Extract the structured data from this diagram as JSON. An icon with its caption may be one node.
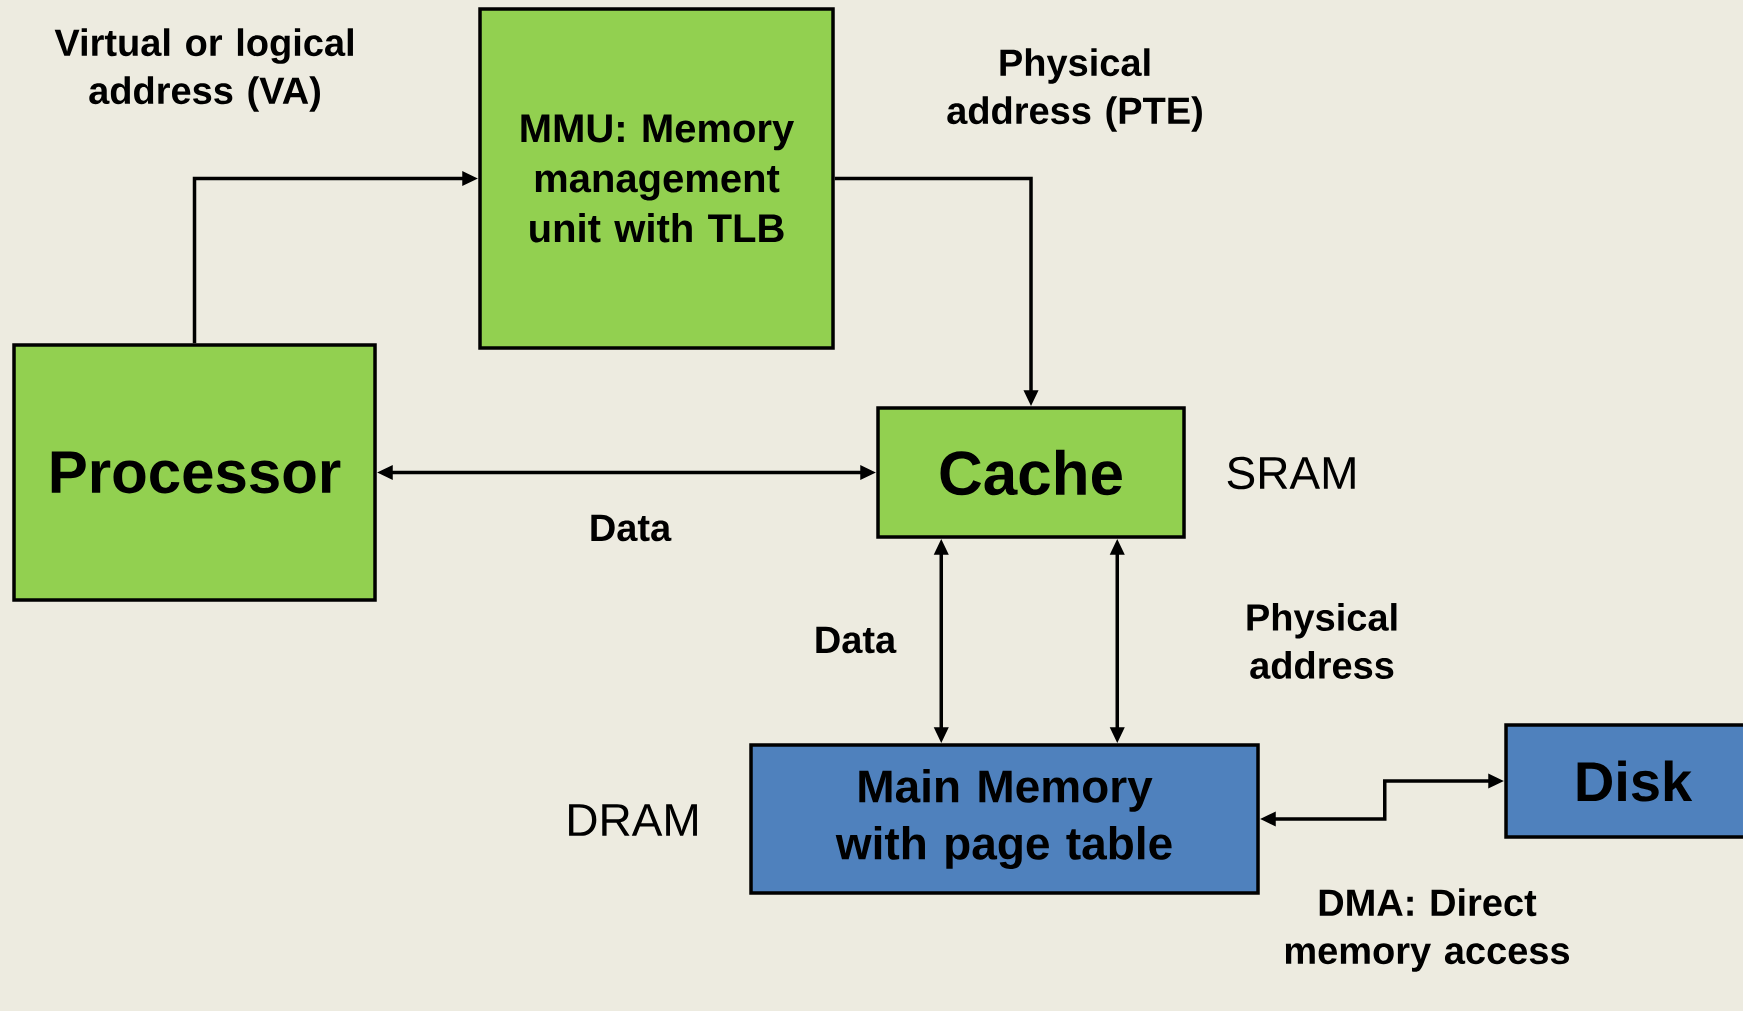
{
  "diagram": {
    "nodes": [
      {
        "text": [
          "Processor"
        ]
      },
      {
        "text": [
          "MMU: Memory management unit with TLB"
        ]
      },
      {
        "text": [
          "Cache"
        ],
        "beside": [
          "SRAM"
        ]
      },
      {
        "text": [
          "Main Memory with page table"
        ],
        "beside": [
          "DRAM"
        ]
      },
      {
        "text": [
          "Disk"
        ]
      }
    ],
    "edges": [
      {
        "from": 0,
        "to": 1,
        "arrow": "to",
        "label": "Virtual or logical address (VA)"
      },
      {
        "from": 1,
        "to": 2,
        "arrow": "to",
        "label": "Physical address (PTE)"
      },
      {
        "from": 0,
        "to": 2,
        "arrow": "both",
        "label": "Data"
      },
      {
        "from": 2,
        "to": 3,
        "arrow": "both",
        "label": "Data"
      },
      {
        "from": 2,
        "to": 3,
        "arrow": "both",
        "label": "Physical address"
      },
      {
        "from": 3,
        "to": 4,
        "arrow": "both",
        "label": "DMA: Direct memory access"
      }
    ]
  }
}
